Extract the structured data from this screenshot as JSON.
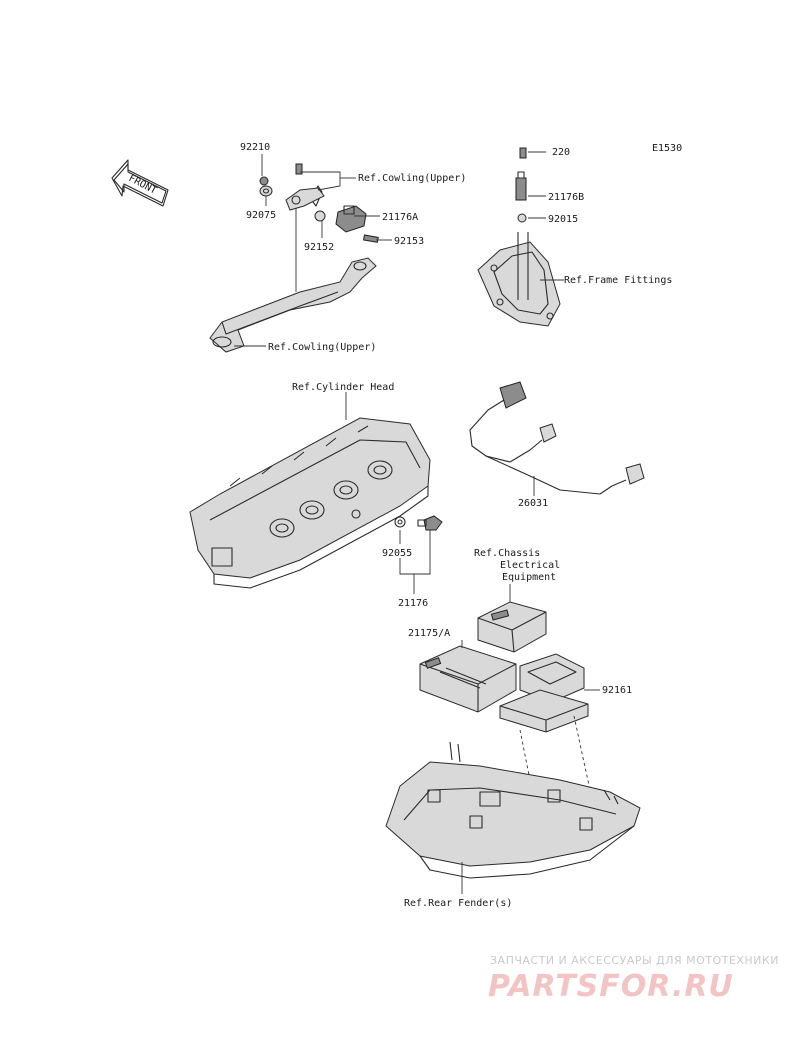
{
  "diagram": {
    "code": "E1530",
    "front_label": "FRONT",
    "parts": {
      "p92210": "92210",
      "p92075": "92075",
      "p92152": "92152",
      "p21176A": "21176A",
      "p92153": "92153",
      "p220": "220",
      "p21176B": "21176B",
      "p92015": "92015",
      "p26031": "26031",
      "p92055": "92055",
      "p21176": "21176",
      "p21175A": "21175/A",
      "p92161": "92161"
    },
    "refs": {
      "cowling_upper_1": "Ref.Cowling(Upper)",
      "cowling_upper_2": "Ref.Cowling(Upper)",
      "frame_fittings": "Ref.Frame Fittings",
      "cylinder_head": "Ref.Cylinder Head",
      "chassis_line1": "Ref.Chassis",
      "chassis_line2": "Electrical",
      "chassis_line3": "Equipment",
      "rear_fender": "Ref.Rear Fender(s)"
    }
  },
  "watermark": {
    "line1": "ЗАПЧАСТИ И АКСЕССУАРЫ ДЛЯ МОТОТЕХНИКИ",
    "line2": "PARTSFOR.RU"
  }
}
